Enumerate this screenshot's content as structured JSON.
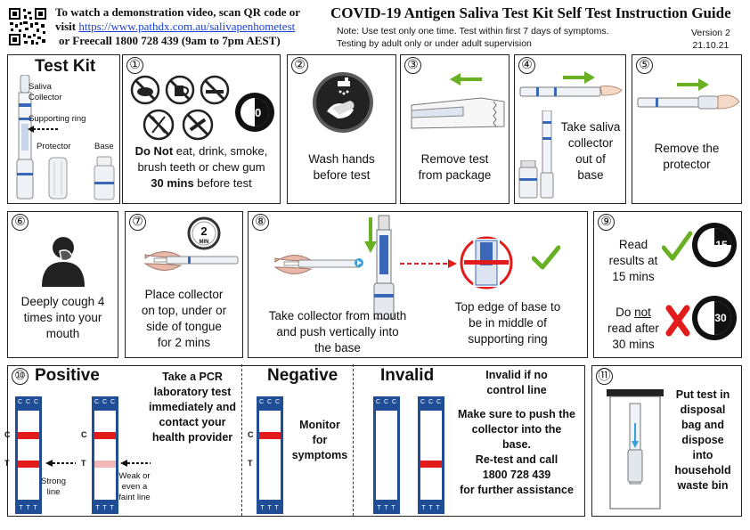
{
  "header": {
    "line1": "To watch a demonstration video, scan QR code or",
    "visit_prefix": "visit",
    "url": "https://www.pathdx.com.au/salivapenhometest",
    "line3": "or Freecall 1800 728 439 (9am to 7pm AEST)",
    "title": "COVID-19 Antigen Saliva Test Kit Self Test Instruction Guide",
    "note1": "Note: Use test only one time. Test within first 7 days of symptoms.",
    "note2": "Testing by adult only or under adult supervision",
    "version": "Version 2",
    "date": "21.10.21"
  },
  "kit": {
    "title": "Test Kit",
    "saliva": "Saliva",
    "collector": "Collector",
    "ring": "Supporting ring",
    "protector": "Protector",
    "base": "Base"
  },
  "steps": {
    "s1": {
      "num": "①",
      "dont": "Do Not",
      "rest": " eat, drink, smoke,",
      "line2": "brush teeth or chew gum",
      "mins": "30 mins",
      "tail": " before test",
      "timer": "30"
    },
    "s2": {
      "num": "②",
      "l1": "Wash hands",
      "l2": "before test"
    },
    "s3": {
      "num": "③",
      "l1": "Remove test",
      "l2": "from package"
    },
    "s4": {
      "num": "④",
      "l1": "Take saliva",
      "l2": "collector",
      "l3": "out of",
      "l4": "base"
    },
    "s5": {
      "num": "⑤",
      "l1": "Remove the",
      "l2": "protector"
    },
    "s6": {
      "num": "⑥",
      "l1": "Deeply cough 4",
      "l2": "times into your",
      "l3": "mouth"
    },
    "s7": {
      "num": "⑦",
      "l1": "Place collector",
      "l2": "on top, under or",
      "l3": "side of tongue",
      "l4": "for 2 mins",
      "timer": "2",
      "timer_unit": "MIN"
    },
    "s8": {
      "num": "⑧",
      "a1": "Take collector from mouth",
      "a2": "and push vertically into",
      "a3": "the base",
      "b1": "Top edge of base to",
      "b2": "be in middle of",
      "b3": "supporting ring"
    },
    "s9": {
      "num": "⑨",
      "r1": "Read",
      "r2": "results at",
      "r3": "15 mins",
      "d1": "Do ",
      "d_not": "not",
      "d2": "read after",
      "d3": "30 mins",
      "t15": "15",
      "t30": "30"
    },
    "s10": {
      "num": "⑩",
      "positive": "Positive",
      "pcr1": "Take a PCR",
      "pcr2": "laboratory test",
      "pcr3": "immediately and",
      "pcr4": "contact your",
      "pcr5": "health provider",
      "c": "C",
      "t": "T",
      "ccc": "C C C",
      "ttt": "T T T",
      "strong1": "Strong",
      "strong2": "line",
      "weak1": "Weak or",
      "weak2": "even a",
      "weak3": "faint line",
      "negative": "Negative",
      "mon1": "Monitor",
      "mon2": "for",
      "mon3": "symptoms",
      "invalid": "Invalid",
      "inv1": "Invalid if no",
      "inv2": "control line",
      "push1": "Make sure to push the",
      "push2": "collector into the",
      "push3": "base.",
      "retest1": "Re-test and call",
      "retest2": "1800 728 439",
      "retest3": "for further assistance"
    },
    "s11": {
      "num": "⑪",
      "l1": "Put test in",
      "l2": "disposal",
      "l3": "bag and",
      "l4": "dispose",
      "l5": "into",
      "l6": "household",
      "l7": "waste bin"
    }
  },
  "colors": {
    "blue": "#1f4e96",
    "red": "#e21b1b",
    "green": "#6ab023",
    "pink": "#f3b8b8"
  }
}
